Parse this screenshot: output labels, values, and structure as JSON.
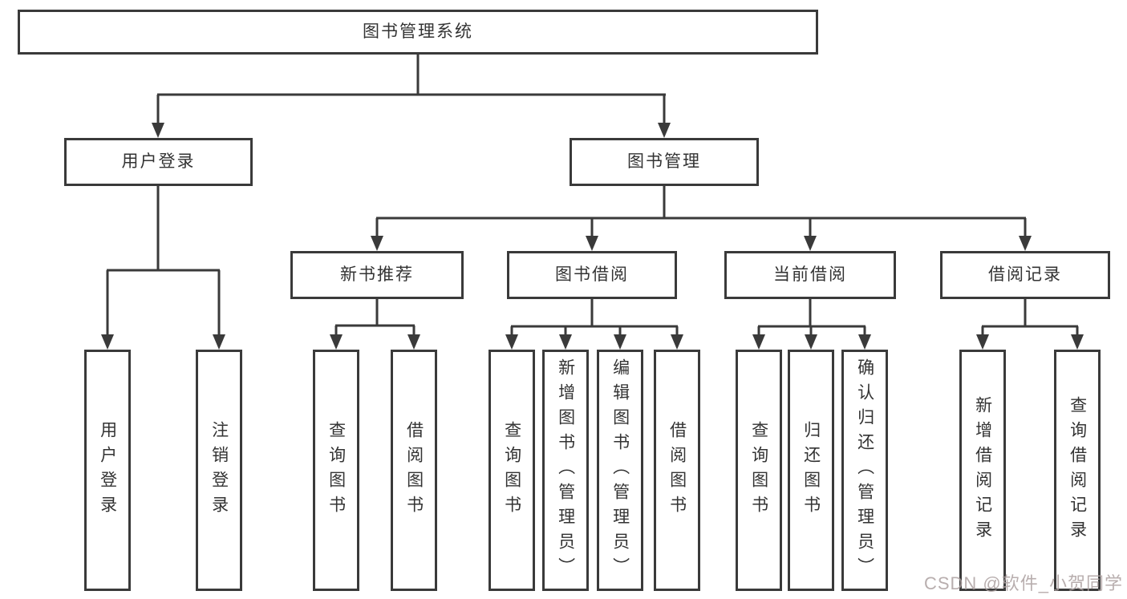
{
  "tree": {
    "label": "图书管理系统",
    "children": [
      {
        "label": "用户登录",
        "children": [
          {
            "label": "用户登录"
          },
          {
            "label": "注销登录"
          }
        ]
      },
      {
        "label": "图书管理",
        "children": [
          {
            "label": "新书推荐",
            "children": [
              {
                "label": "查询图书"
              },
              {
                "label": "借阅图书"
              }
            ]
          },
          {
            "label": "图书借阅",
            "children": [
              {
                "label": "查询图书"
              },
              {
                "label": "新增图书（管理员）"
              },
              {
                "label": "编辑图书（管理员）"
              },
              {
                "label": "借阅图书"
              }
            ]
          },
          {
            "label": "当前借阅",
            "children": [
              {
                "label": "查询图书"
              },
              {
                "label": "归还图书"
              },
              {
                "label": "确认归还（管理员）"
              }
            ]
          },
          {
            "label": "借阅记录",
            "children": [
              {
                "label": "新增借阅记录"
              },
              {
                "label": "查询借阅记录"
              }
            ]
          }
        ]
      }
    ]
  },
  "watermark": "CSDN @软件_小贺同学",
  "colors": {
    "line": "#3a3a3a",
    "text": "#333333",
    "background": "#ffffff",
    "watermark": "#aba0a0"
  }
}
